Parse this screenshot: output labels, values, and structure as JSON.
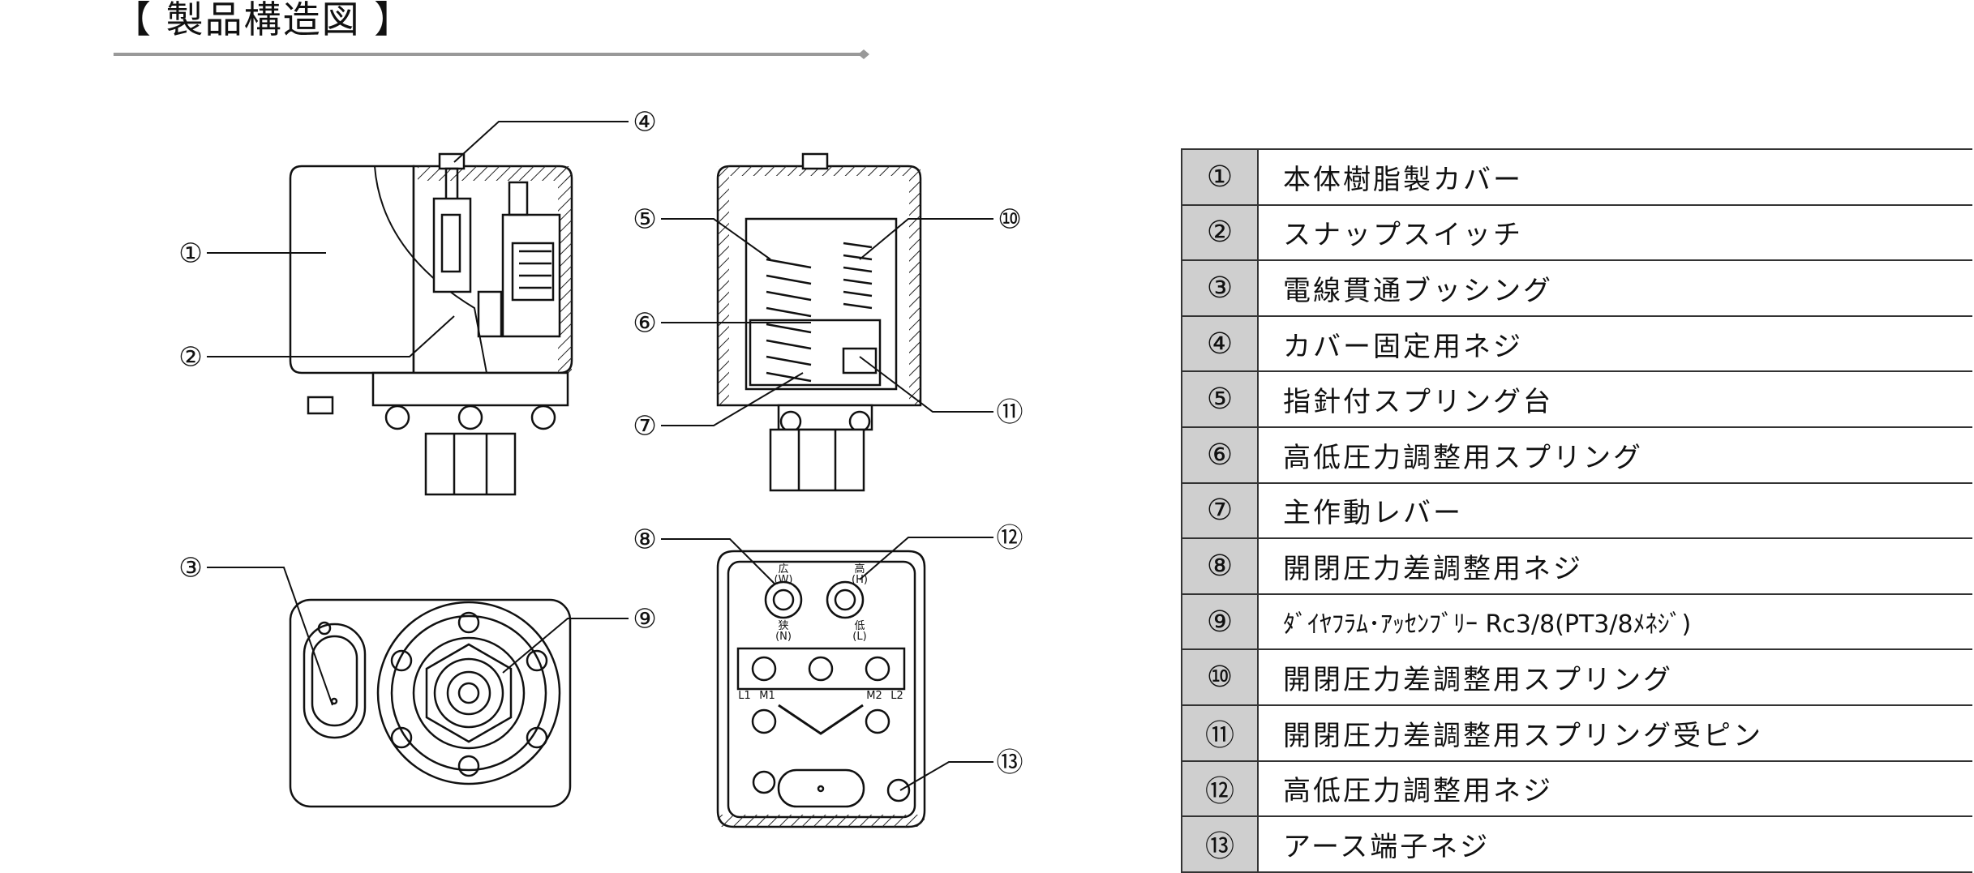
{
  "title": "【 製品構造図 】",
  "callouts": [
    "①",
    "②",
    "③",
    "④",
    "⑤",
    "⑥",
    "⑦",
    "⑧",
    "⑨",
    "⑩",
    "⑪",
    "⑫",
    "⑬"
  ],
  "diagram_labels": {
    "wide_top": "広",
    "wide_top_sub": "(W)",
    "narrow_bottom": "狭",
    "narrow_bottom_sub": "(N)",
    "high_top": "高",
    "high_top_sub": "(H)",
    "low_bottom": "低",
    "low_bottom_sub": "(L)",
    "terminal_l1": "L1",
    "terminal_l2": "L2",
    "terminal_m1": "M1",
    "terminal_m2": "M2"
  },
  "parts_table": [
    {
      "num": "①",
      "name": "本体樹脂製カバー"
    },
    {
      "num": "②",
      "name": "スナップスイッチ"
    },
    {
      "num": "③",
      "name": "電線貫通ブッシング"
    },
    {
      "num": "④",
      "name": "カバー固定用ネジ"
    },
    {
      "num": "⑤",
      "name": "指針付スプリング台"
    },
    {
      "num": "⑥",
      "name": "高低圧力調整用スプリング"
    },
    {
      "num": "⑦",
      "name": "主作動レバー"
    },
    {
      "num": "⑧",
      "name": "開閉圧力差調整用ネジ"
    },
    {
      "num": "⑨",
      "name": "ﾀﾞｲﾔﾌﾗﾑ･ｱｯｾﾝﾌﾞﾘｰ Rc3/8(PT3/8ﾒﾈｼﾞ)"
    },
    {
      "num": "⑩",
      "name": "開閉圧力差調整用スプリング"
    },
    {
      "num": "⑪",
      "name": "開閉圧力差調整用スプリング受ピン"
    },
    {
      "num": "⑫",
      "name": "高低圧力調整用ネジ"
    },
    {
      "num": "⑬",
      "name": "アース端子ネジ"
    }
  ]
}
